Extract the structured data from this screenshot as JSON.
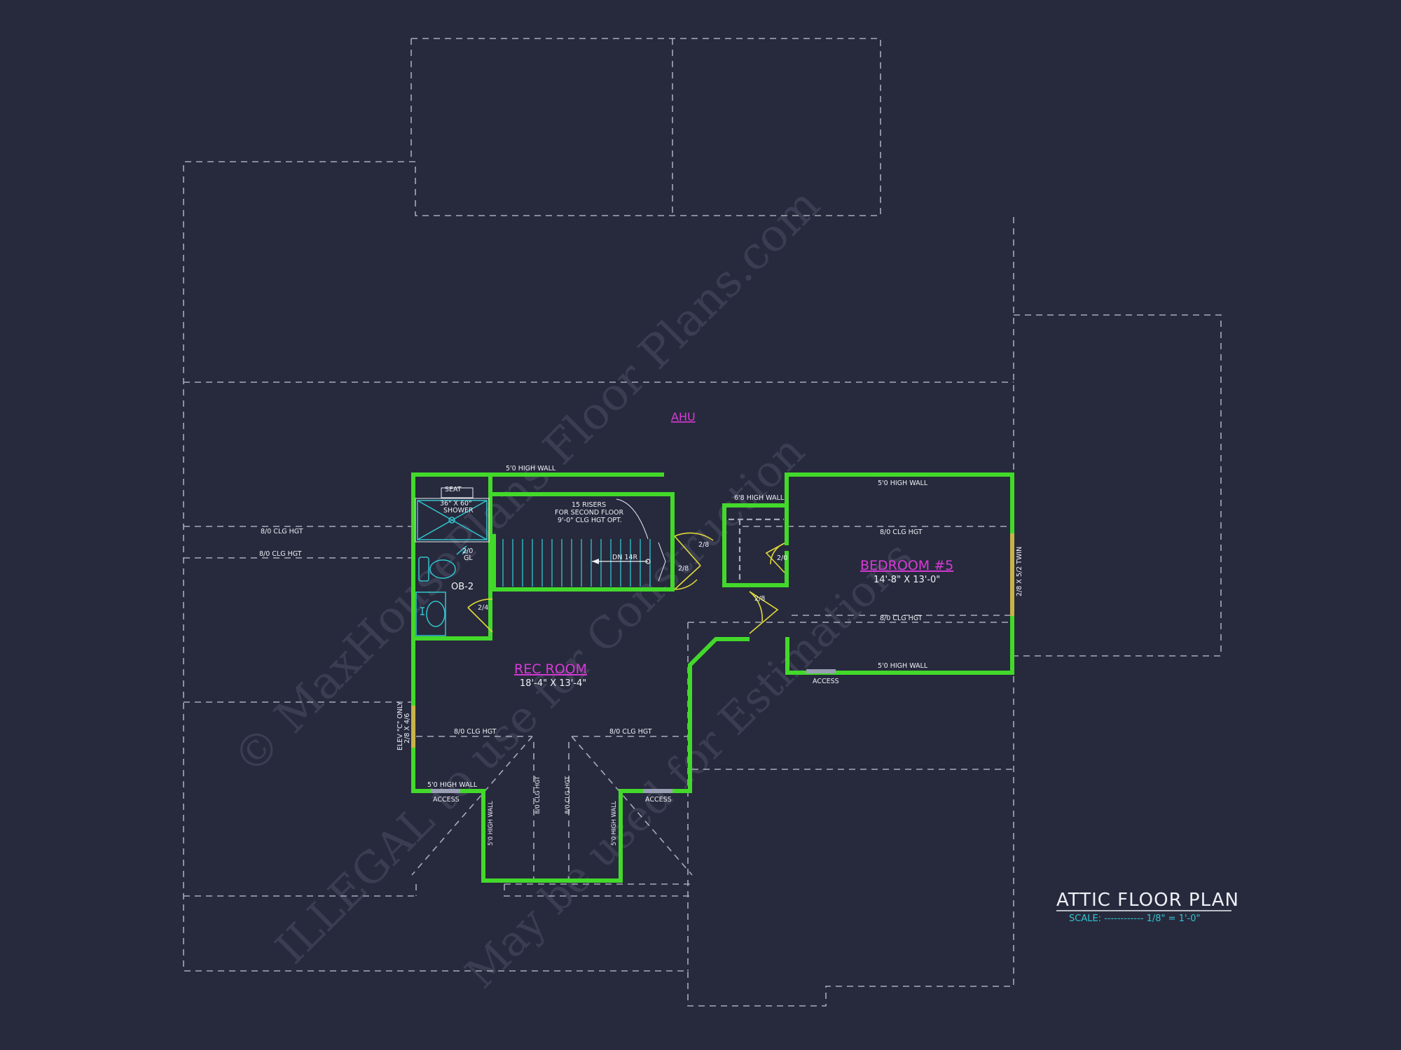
{
  "title": "ATTIC FLOOR PLAN",
  "scale": "SCALE: ------------ 1/8\" = 1'-0\"",
  "watermark": {
    "line1": "© MaxHousePlans Floor Plans.com",
    "line2": "ILLEGAL to use for Construction",
    "line3": "May be used for Estimations"
  },
  "rooms": {
    "rec_room": {
      "name": "REC ROOM",
      "dims": "18'-4\" X 13'-4\""
    },
    "bedroom": {
      "name": "BEDROOM #5",
      "dims": "14'-8\" X 13'-0\""
    },
    "bath": {
      "name": "OB-2"
    },
    "ahu": "AHU"
  },
  "notes": {
    "high_wall_top": "5'0 HIGH WALL",
    "seat": "SEAT",
    "shower": "36\" X 60\"",
    "shower2": "SHOWER",
    "risers1": "15 RISERS",
    "risers2": "FOR SECOND FLOOR",
    "risers3": "9'-0\" CLG HGT OPT.",
    "gl1": "2/0",
    "gl2": "GL",
    "dn": "DN 14R",
    "clg_left1": "8/0 CLG HGT",
    "clg_left2": "8/0 CLG HGT",
    "door_24": "2/4",
    "door_28a": "2/8",
    "door_28b": "2/8",
    "door_28c": "2/8",
    "door_20": "2/0",
    "high_wall_68": "6'8 HIGH WALL",
    "bed_high_top": "5'0 HIGH WALL",
    "bed_clg1": "8/0 CLG HGT",
    "bed_clg2": "8/0 CLG HGT",
    "bed_high_bottom": "5'0 HIGH WALL",
    "twin_window": "2/8 X 5/2 TWIN",
    "access_bed": "ACCESS",
    "elev_c": "ELEV \"C\" ONLY",
    "elev_win": "2/8 X 4/6",
    "rec_clg1": "8/0 CLG HGT",
    "rec_clg2": "8/0 CLG HGT",
    "rec_high_left": "5'0 HIGH WALL",
    "access_left": "ACCESS",
    "access_right": "ACCESS",
    "bump_high_left": "5'0 HIGH WALL",
    "bump_clg1": "8/0 CLG HGT",
    "bump_clg2": "8/0 CLG HGT",
    "bump_high_right": "5'0 HIGH WALL"
  },
  "colors": {
    "background": "#272a3c",
    "walls": "#43d92b",
    "room_labels": "#d93ad9",
    "fixtures": "#32c4d0",
    "doors": "#e2d93a",
    "outline": "#a7aab8"
  }
}
